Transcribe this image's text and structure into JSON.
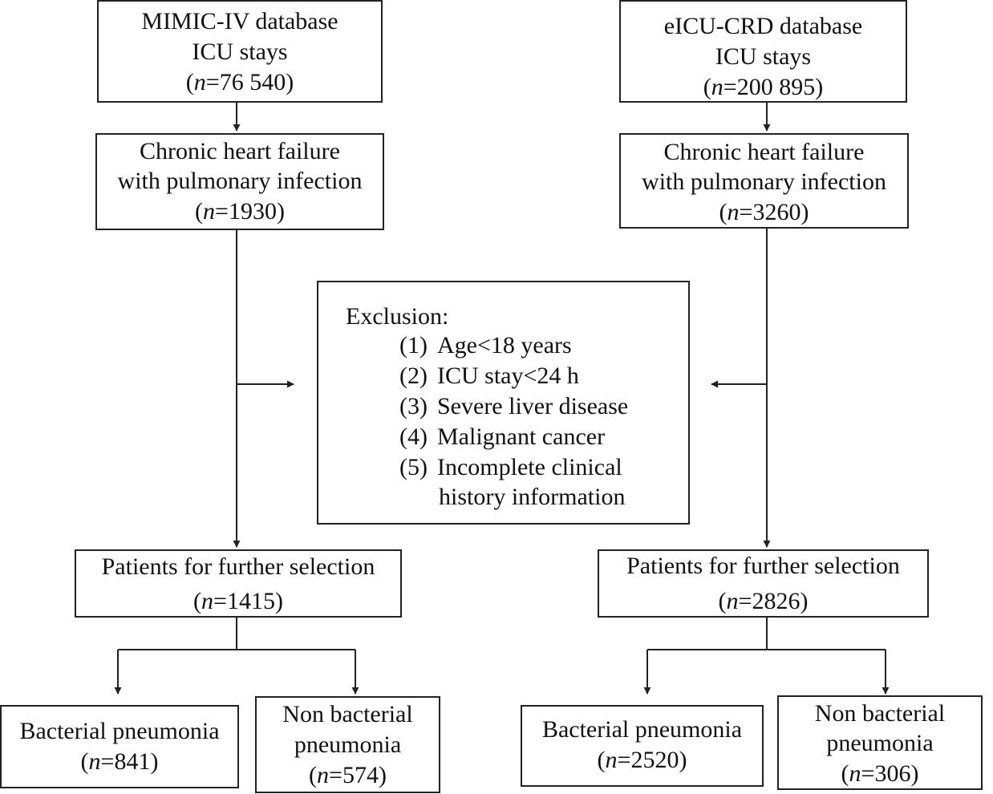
{
  "left": {
    "source": {
      "line1": "MIMIC-IV database",
      "line2": "ICU stays",
      "n": "76 540"
    },
    "chf": {
      "line1": "Chronic heart failure",
      "line2": "with pulmonary infection",
      "n": "1930"
    },
    "further": {
      "line1": "Patients for further selection",
      "n": "1415"
    },
    "bacterial": {
      "line1": "Bacterial pneumonia",
      "n": "841"
    },
    "nonbacterial": {
      "line1": "Non bacterial",
      "line2": "pneumonia",
      "n": "574"
    }
  },
  "right": {
    "source": {
      "line1": "eICU-CRD database",
      "line2": "ICU stays",
      "n": "200 895"
    },
    "chf": {
      "line1": "Chronic heart failure",
      "line2": "with pulmonary infection",
      "n": "3260"
    },
    "further": {
      "line1": "Patients for further selection",
      "n": "2826"
    },
    "bacterial": {
      "line1": "Bacterial pneumonia",
      "n": "2520"
    },
    "nonbacterial": {
      "line1": "Non bacterial",
      "line2": "pneumonia",
      "n": "306"
    }
  },
  "n_symbol": "n",
  "exclusion": {
    "title": "Exclusion:",
    "items": [
      {
        "num": "(1)",
        "text": "Age<18 years"
      },
      {
        "num": "(2)",
        "text": "ICU stay<24 h"
      },
      {
        "num": "(3)",
        "text": "Severe liver disease"
      },
      {
        "num": "(4)",
        "text": "Malignant cancer"
      },
      {
        "num": "(5)",
        "text": "Incomplete clinical",
        "cont": "history information"
      }
    ]
  },
  "colors": {
    "stroke": "#222222",
    "text": "#111111",
    "background": "#ffffff"
  }
}
